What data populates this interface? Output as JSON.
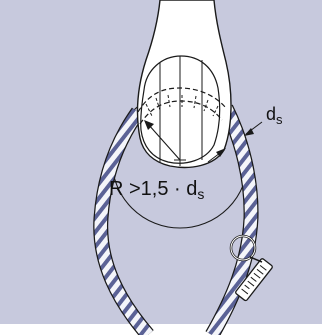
{
  "colors": {
    "background": "#c7c9dd",
    "frame": "#ffffff",
    "hook": "#ffffff",
    "outline": "#1a1a1a",
    "rope_light": "#f4f5fa",
    "rope_dark": "#5b6296",
    "tag": "#ffffff"
  },
  "labels": {
    "formula_main": "R >1,5 · d",
    "formula_sub": "s",
    "dim_main": "d",
    "dim_sub": "s"
  },
  "icons": {
    "hook": "crane-hook-icon",
    "rope": "wire-rope-sling-icon",
    "tag": "sling-id-tag-icon"
  }
}
